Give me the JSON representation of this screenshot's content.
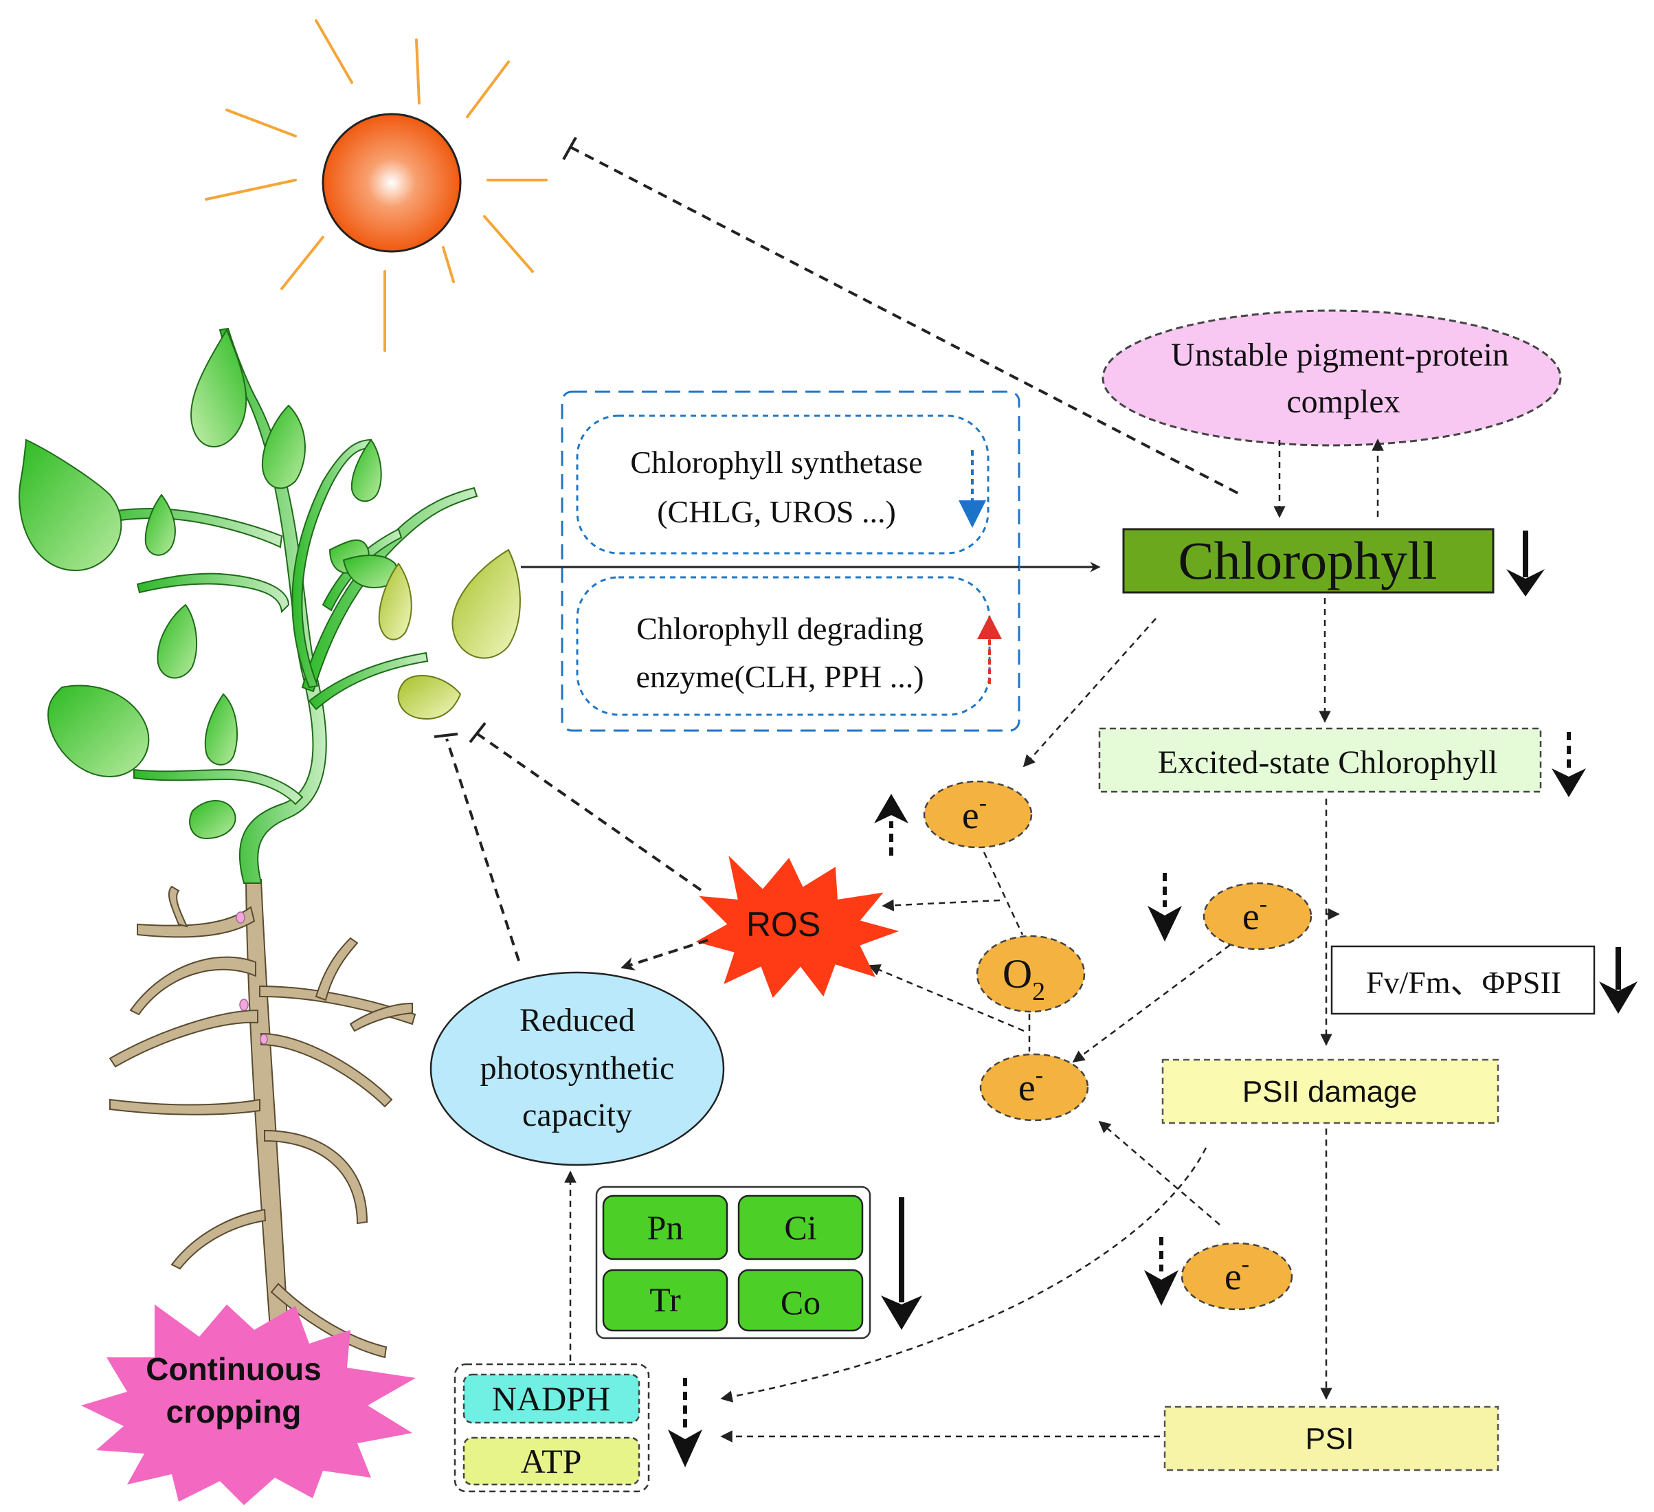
{
  "colors": {
    "sun": "#f36a1c",
    "sun_rays": "#f4a638",
    "chlorophyll_box": "#6ba81e",
    "pigment_ellipse": "#f9c8f2",
    "excited_box": "#e5fbd8",
    "psii_box": "#fafab0",
    "psi_box": "#f7f3a7",
    "electron": "#f4b340",
    "ros_burst": "#ff3b16",
    "reduced_ellipse": "#b9e9fb",
    "metric_box": "#4ccf27",
    "nadph_box": "#6ff0e2",
    "atp_box": "#e7f48a",
    "continuous_burst": "#f368c1",
    "enzyme_box_border": "#1f77c4",
    "down_arrow_blue": "#1c74c8",
    "up_arrow_red": "#e0322a",
    "leaf_green": "#3cc230",
    "leaf_yellow": "#c8d84a",
    "root": "#c6b590"
  },
  "icons": [
    "sun-icon",
    "plant-icon",
    "root-icon",
    "down-arrow-icon",
    "up-arrow-icon"
  ],
  "labels": {
    "pigment_complex_line1": "Unstable pigment-protein",
    "pigment_complex_line2": "complex",
    "chlorophyll": "Chlorophyll",
    "synthetase_line1": "Chlorophyll synthetase",
    "synthetase_line2": "(CHLG, UROS ...)",
    "degrading_line1": "Chlorophyll degrading",
    "degrading_line2": "enzyme(CLH, PPH ...)",
    "excited": "Excited-state Chlorophyll",
    "electron": "e",
    "electron_sup": "-",
    "oxygen": "O",
    "oxygen_sub": "2",
    "ros": "ROS",
    "fvfm": "Fv/Fm、ΦPSII",
    "psii_damage": "PSII damage",
    "psi": "PSI",
    "reduced_line1": "Reduced",
    "reduced_line2": "photosynthetic",
    "reduced_line3": "capacity",
    "pn": "Pn",
    "ci": "Ci",
    "tr": "Tr",
    "co": "Co",
    "nadph": "NADPH",
    "atp": "ATP",
    "continuous_line1": "Continuous",
    "continuous_line2": "cropping"
  }
}
